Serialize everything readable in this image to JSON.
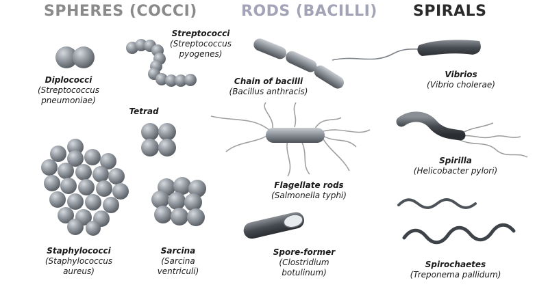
{
  "headers": {
    "spheres": "SPHERES (COCCI)",
    "rods": "RODS (BACILLI)",
    "spirals": "SPIRALS"
  },
  "colors": {
    "spheres_header": "#8a8a8a",
    "rods_header": "#a3a3b8",
    "spirals_header": "#2a2a2a",
    "cell_fill": "#8f959c",
    "cell_dark": "#4a4f55",
    "flagella": "#9a9a9a"
  },
  "items": {
    "diplococci": {
      "name": "Diplococci",
      "species": "(Streptococcus pneumoniae)",
      "species_l1": "(Streptococcus",
      "species_l2": "pneumoniae)"
    },
    "streptococci": {
      "name": "Streptococci",
      "species_l1": "(Streptococcus",
      "species_l2": "pyogenes)"
    },
    "tetrad": {
      "name": "Tetrad"
    },
    "staphylococci": {
      "name": "Staphylococci",
      "species_l1": "(Staphylococcus",
      "species_l2": "aureus)"
    },
    "sarcina": {
      "name": "Sarcina",
      "species_l1": "(Sarcina",
      "species_l2": "ventriculi)"
    },
    "chain_of_bacilli": {
      "name": "Chain of bacilli",
      "species": "(Bacillus anthracis)"
    },
    "flagellate_rods": {
      "name": "Flagellate rods",
      "species": "(Salmonella typhi)"
    },
    "spore_former": {
      "name": "Spore-former",
      "species_l1": "(Clostridium",
      "species_l2": "botulinum)"
    },
    "vibrios": {
      "name": "Vibrios",
      "species": "(Vibrio cholerae)"
    },
    "spirilla": {
      "name": "Spirilla",
      "species": "(Helicobacter pylori)"
    },
    "spirochaetes": {
      "name": "Spirochaetes",
      "species": "(Treponema pallidum)"
    }
  }
}
